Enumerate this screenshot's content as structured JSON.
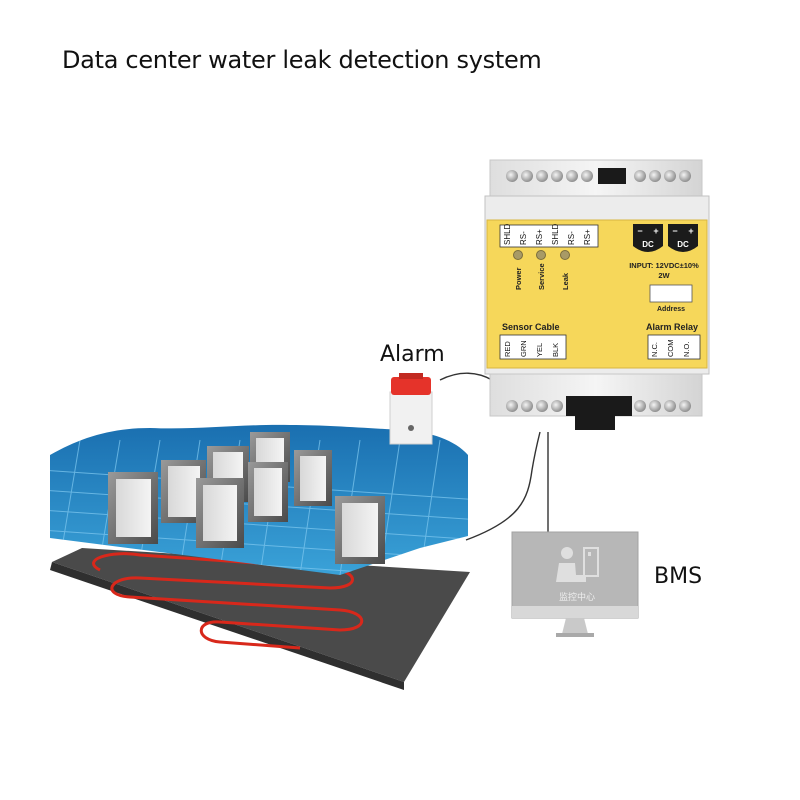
{
  "title": "Data center water leak detection system",
  "labels": {
    "alarm": "Alarm",
    "bms": "BMS"
  },
  "controller": {
    "top_terminals": [
      "SHLD",
      "RS-",
      "RS+",
      "SHLD",
      "RS-",
      "RS+"
    ],
    "dc_label": "DC",
    "dc_polarity": [
      "−",
      "+"
    ],
    "indicators": [
      "Power",
      "Service",
      "Leak"
    ],
    "input_spec": "INPUT: 12VDC±10%",
    "power_spec": "2W",
    "address_label": "Address",
    "sensor_cable_label": "Sensor Cable",
    "sensor_terminals": [
      "RED",
      "GRN",
      "YEL",
      "BLK"
    ],
    "alarm_relay_label": "Alarm Relay",
    "relay_terminals": [
      "N.C.",
      "COM",
      "N.O."
    ]
  },
  "monitor": {
    "screen_caption": "监控中心"
  },
  "colors": {
    "panel_yellow": "#f6d75a",
    "water": "#2a87c7",
    "sensor_cable": "#d8281b",
    "siren": "#e5332a",
    "floor": "#4a4a4a"
  }
}
